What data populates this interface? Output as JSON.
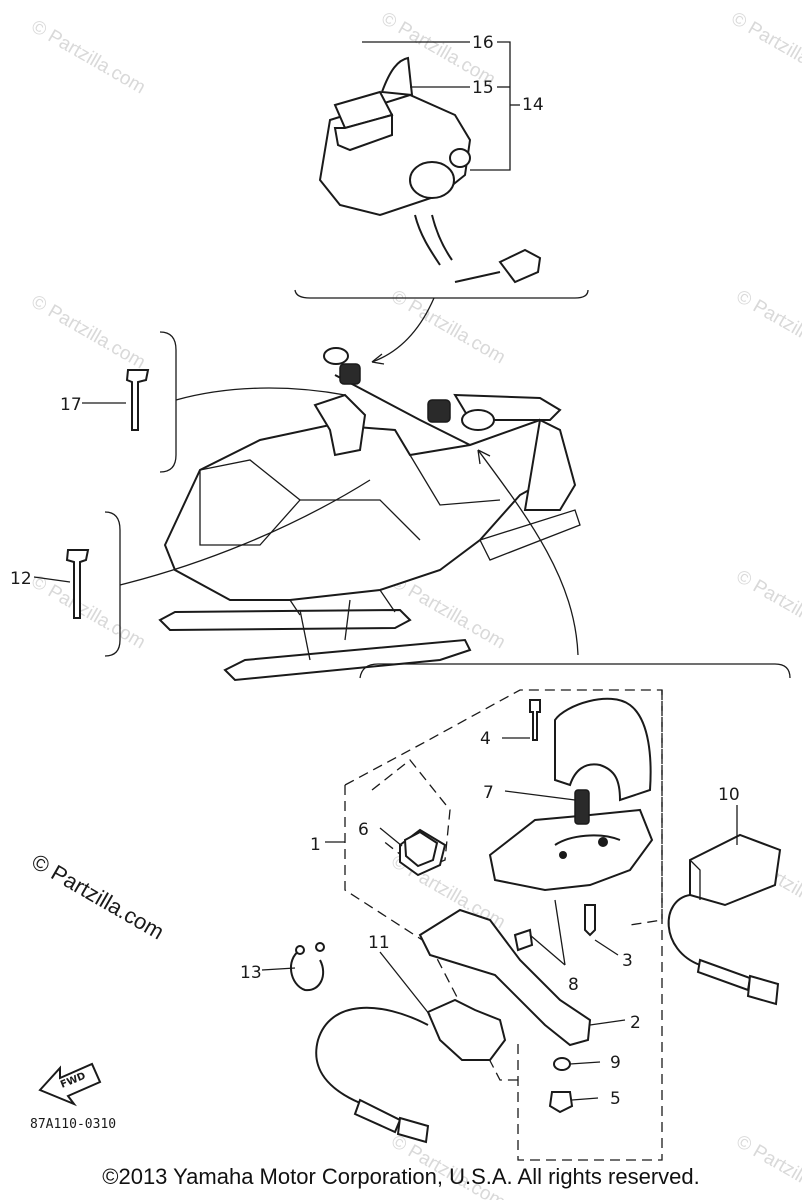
{
  "callouts": {
    "n1": "1",
    "n2": "2",
    "n3": "3",
    "n4": "4",
    "n5": "5",
    "n6": "6",
    "n7": "7",
    "n8": "8",
    "n9": "9",
    "n10": "10",
    "n11": "11",
    "n12": "12",
    "n13": "13",
    "n14": "14",
    "n15": "15",
    "n16": "16",
    "n17": "17"
  },
  "fwd_label": "FWD",
  "diagram_code": "87A110-0310",
  "watermark": {
    "side": "© Partzilla.com",
    "repeat": "© Partzilla.com"
  },
  "copyright": "©2013 Yamaha Motor Corporation, U.S.A. All rights reserved."
}
